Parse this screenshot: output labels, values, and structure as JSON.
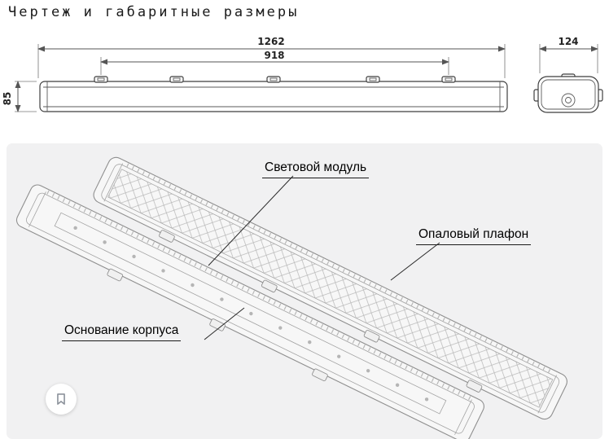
{
  "page": {
    "title": "Чертеж и габаритные размеры"
  },
  "drawing": {
    "dim_length": "1262",
    "dim_inner": "918",
    "dim_height": "85",
    "dim_width": "124"
  },
  "iso": {
    "callout_light_module": "Световой модуль",
    "callout_opal_diffuser": "Опаловый плафон",
    "callout_housing_base": "Основание корпуса"
  },
  "icons": {
    "bookmark": "bookmark-icon"
  },
  "colors": {
    "panel_bg": "#f1f1f2",
    "drawing_line": "#3f3f3f",
    "dimension_line": "#555555",
    "iso_line": "#9a9a9a",
    "callout_text": "#000000"
  }
}
